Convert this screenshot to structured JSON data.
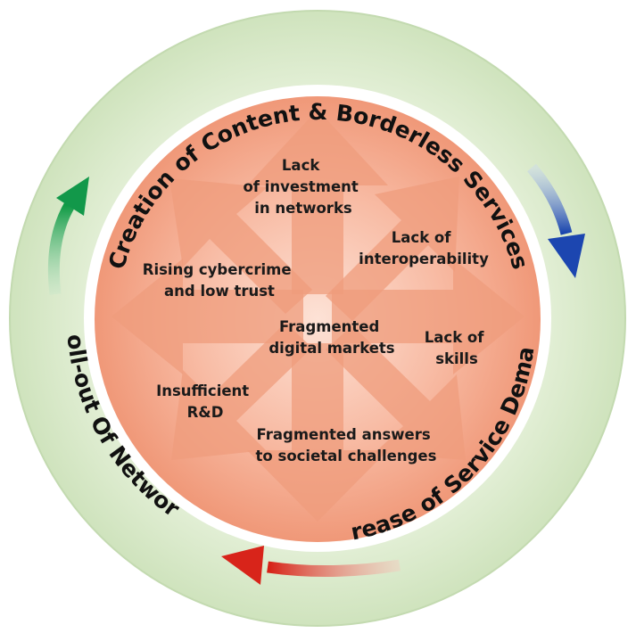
{
  "ring_labels": {
    "top": "Creation of Content & Borderless Services",
    "right": "Increase of Service Demand",
    "left": "Roll-out Of Networks"
  },
  "center": {
    "line1": "Fragmented",
    "line2": "digital markets"
  },
  "problems": {
    "investment": {
      "line1": "Lack",
      "line2": "of investment",
      "line3": "in networks"
    },
    "interoperability": {
      "line1": "Lack of",
      "line2": "interoperability"
    },
    "cybercrime": {
      "line1": "Rising cybercrime",
      "line2": "and low trust"
    },
    "skills": {
      "line1": "Lack of",
      "line2": "skills"
    },
    "rnd": {
      "line1": "Insufficient",
      "line2": "R&D"
    },
    "societal": {
      "line1": "Fragmented answers",
      "line2": "to societal challenges"
    }
  },
  "colors": {
    "outer_ring": "#d7e8c6",
    "inner_disc": "#f4a488",
    "arrow_fill": "#ef9a78",
    "cycle_green": "#1f9a4a",
    "cycle_blue": "#1f4fb0",
    "cycle_red": "#d8281c"
  }
}
